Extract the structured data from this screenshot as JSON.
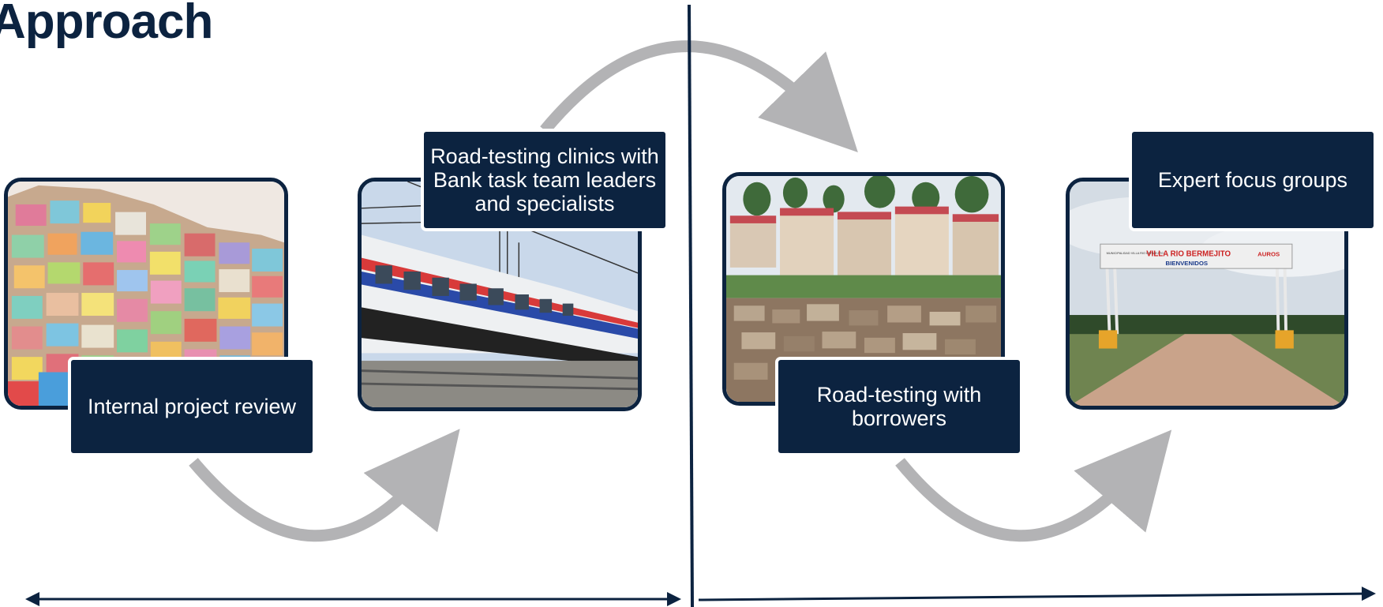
{
  "title": "Approach",
  "steps": [
    {
      "label": "Internal project review",
      "photo": "hillside-colorful-houses-photo"
    },
    {
      "label": "Road-testing clinics with Bank task team leaders and specialists",
      "photo": "passenger-train-photo"
    },
    {
      "label": "Road-testing with borrowers",
      "photo": "apartment-blocks-over-informal-settlement-photo"
    },
    {
      "label": "Expert focus groups",
      "photo": "village-entrance-arch-road-photo"
    }
  ],
  "photo_signs": {
    "arch_main": "VILLA RIO BERMEJITO",
    "arch_sub": "BIENVENIDOS",
    "arch_left": "MUNICIPALIDAD VILLA RIO BERMEJITO",
    "arch_right": "AUROS"
  },
  "colors": {
    "navy": "#0c2340",
    "arrow_gray": "#b3b3b5",
    "label_text": "#ffffff"
  }
}
